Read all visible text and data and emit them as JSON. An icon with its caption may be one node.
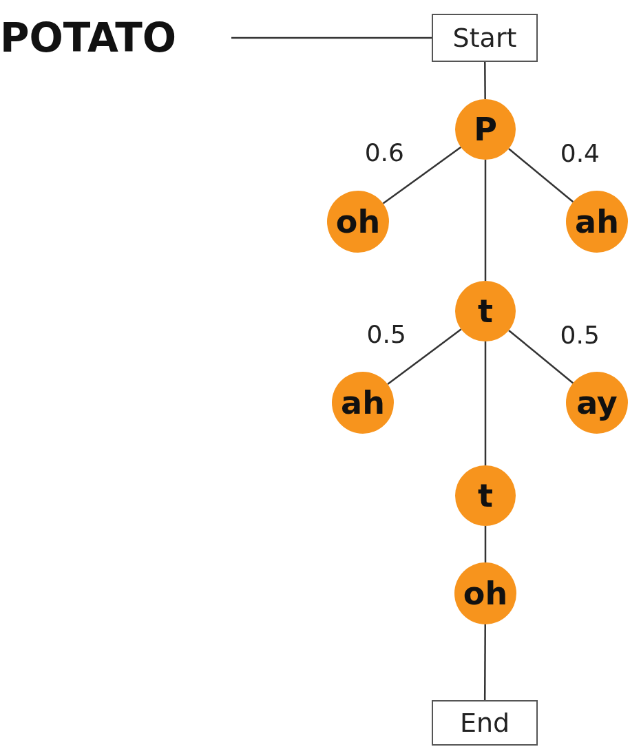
{
  "diagram": {
    "nodes": [
      {
        "text": [
          "POTATO"
        ]
      },
      {
        "text": [
          "Start"
        ]
      },
      {
        "text": [
          "P"
        ]
      },
      {
        "text": [
          "oh"
        ]
      },
      {
        "text": [
          "ah"
        ]
      },
      {
        "text": [
          "t"
        ]
      },
      {
        "text": [
          "ah"
        ]
      },
      {
        "text": [
          "ay"
        ]
      },
      {
        "text": [
          "t"
        ]
      },
      {
        "text": [
          "oh"
        ]
      },
      {
        "text": [
          "End"
        ]
      }
    ],
    "edges": [
      {
        "from": 0,
        "to": 1,
        "arrow": "none"
      },
      {
        "from": 1,
        "to": 2,
        "arrow": "none"
      },
      {
        "from": 2,
        "to": 3,
        "arrow": "none",
        "label": "0.6"
      },
      {
        "from": 2,
        "to": 4,
        "arrow": "none",
        "label": "0.4"
      },
      {
        "from": 2,
        "to": 5,
        "arrow": "none"
      },
      {
        "from": 5,
        "to": 6,
        "arrow": "none",
        "label": "0.5"
      },
      {
        "from": 5,
        "to": 7,
        "arrow": "none",
        "label": "0.5"
      },
      {
        "from": 5,
        "to": 8,
        "arrow": "none"
      },
      {
        "from": 8,
        "to": 9,
        "arrow": "none"
      },
      {
        "from": 9,
        "to": 10,
        "arrow": "none"
      }
    ]
  }
}
